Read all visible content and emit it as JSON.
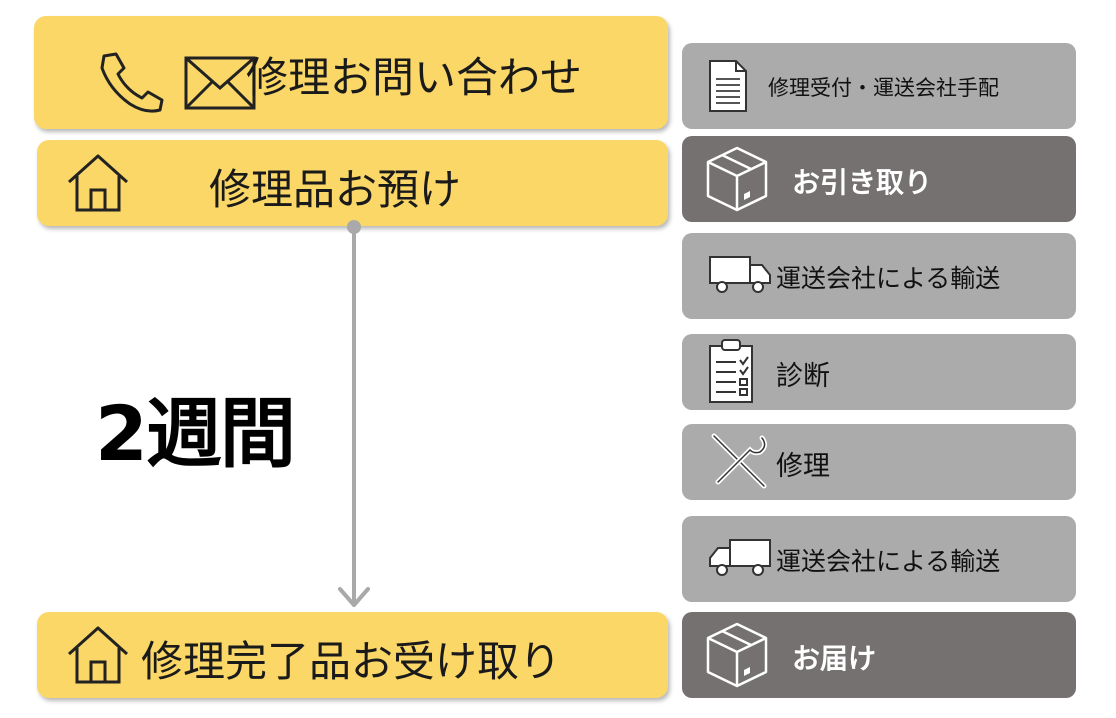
{
  "left_steps": {
    "inquiry": "修理お問い合わせ",
    "dropoff": "修理品お預け",
    "pickup": "修理完了品お受け取り"
  },
  "duration": "2週間",
  "right_steps": [
    {
      "label": "修理受付・運送会社手配",
      "icon": "document-icon",
      "style": "light"
    },
    {
      "label": "お引き取り",
      "icon": "box-icon",
      "style": "dark"
    },
    {
      "label": "運送会社による輸送",
      "icon": "truck-icon",
      "style": "light"
    },
    {
      "label": "診断",
      "icon": "clipboard-icon",
      "style": "light"
    },
    {
      "label": "修理",
      "icon": "tools-icon",
      "style": "light"
    },
    {
      "label": "運送会社による輸送",
      "icon": "truck-icon",
      "style": "light"
    },
    {
      "label": "お届け",
      "icon": "box-icon",
      "style": "dark"
    }
  ],
  "colors": {
    "yellow_box": "#fad766",
    "light_gray_box": "#ababab",
    "dark_gray_box": "#747170",
    "timeline": "#a9a9a9"
  }
}
